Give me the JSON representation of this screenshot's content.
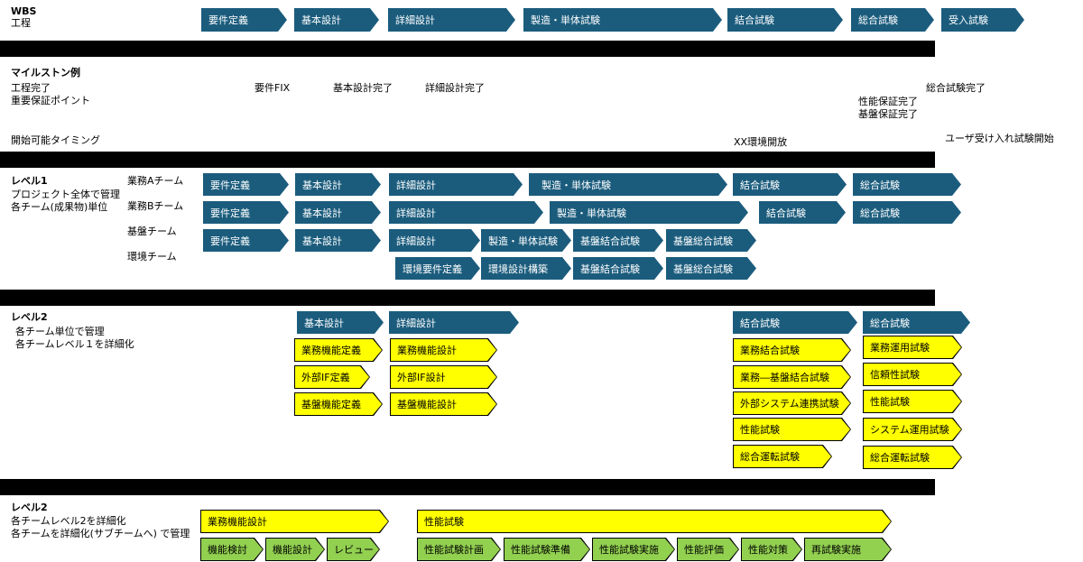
{
  "wbs": {
    "title": "WBS",
    "row_label": "工程",
    "phases": [
      "要件定義",
      "基本設計",
      "詳細設計",
      "製造・単体試験",
      "結合試験",
      "総合試験",
      "受入試験"
    ]
  },
  "milestones": {
    "title": "マイルストン例",
    "row1": "工程完了",
    "row2": "重要保証ポイント",
    "row3": "開始可能タイミング",
    "m_req": "要件FIX",
    "m_basic": "基本設計完了",
    "m_detail": "詳細設計完了",
    "m_total": "総合試験完了",
    "m_perf": "性能保証完了",
    "m_base": "基盤保証完了",
    "m_env": "XX環境開放",
    "m_uat": "ユーザ受け入れ試験開始"
  },
  "level1": {
    "title": "レベル1",
    "desc1": "プロジェクト全体で管理",
    "desc2": "各チーム(成果物)単位",
    "teams": [
      "業務Aチーム",
      "業務Bチーム",
      "基盤チーム",
      "環境チーム"
    ],
    "teamA": [
      "要件定義",
      "基本設計",
      "詳細設計",
      "製造・単体試験",
      "結合試験",
      "総合試験"
    ],
    "teamB": [
      "要件定義",
      "基本設計",
      "詳細設計",
      "製造・単体試験",
      "結合試験",
      "総合試験"
    ],
    "base": [
      "要件定義",
      "基本設計",
      "詳細設計",
      "製造・単体試験",
      "基盤結合試験",
      "基盤総合試験"
    ],
    "env": [
      "環境要件定義",
      "環境設計構築",
      "基盤結合試験",
      "基盤総合試験"
    ]
  },
  "level2": {
    "title": "レベル2",
    "desc1": "各チーム単位で管理",
    "desc2": "各チームレベル１を詳細化",
    "basic": "基本設計",
    "detail": "詳細設計",
    "integ": "結合試験",
    "total": "総合試験",
    "basic_items": [
      "業務機能定義",
      "外部IF定義",
      "基盤機能定義"
    ],
    "detail_items": [
      "業務機能設計",
      "外部IF設計",
      "基盤機能設計"
    ],
    "integ_items": [
      "業務結合試験",
      "業務―基盤結合試験",
      "外部システム連携試験",
      "性能試験",
      "総合運転試験"
    ],
    "total_items": [
      "業務運用試験",
      "信頼性試験",
      "性能試験",
      "システム運用試験",
      "総合運転試験"
    ]
  },
  "level2b": {
    "title": "レベル2",
    "desc1": "各チームレベル2を詳細化",
    "desc2": "各チームを詳細化(サブチームへ) で管理",
    "func": "業務機能設計",
    "perf": "性能試験",
    "func_items": [
      "機能検討",
      "機能設計",
      "レビュー"
    ],
    "perf_items": [
      "性能試験計画",
      "性能試験準備",
      "性能試験実施",
      "性能評価",
      "性能対策",
      "再試験実施"
    ]
  },
  "colors": {
    "blue": "#1b5c7d",
    "yellow": "#ffff00",
    "green": "#92d050",
    "bar": "#000000"
  }
}
